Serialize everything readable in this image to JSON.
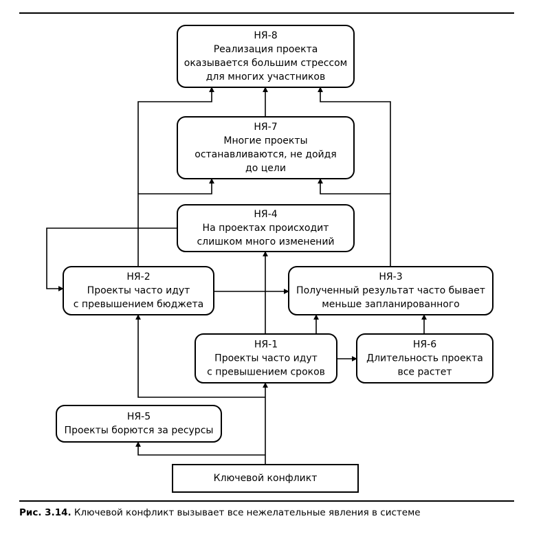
{
  "nodes": [
    {
      "id": "ny8",
      "lines": [
        "НЯ-8",
        "Реализация проекта",
        "оказывается большим стрессом",
        "для многих участников"
      ]
    },
    {
      "id": "ny7",
      "lines": [
        "НЯ-7",
        "Многие проекты",
        "останавливаются, не дойдя",
        "до цели"
      ]
    },
    {
      "id": "ny4",
      "lines": [
        "НЯ-4",
        "На проектах происходит",
        "слишком много изменений"
      ]
    },
    {
      "id": "ny2",
      "lines": [
        "НЯ-2",
        "Проекты часто идут",
        "с превышением бюджета"
      ]
    },
    {
      "id": "ny3",
      "lines": [
        "НЯ-3",
        "Полученный результат часто бывает",
        "меньше запланированного"
      ]
    },
    {
      "id": "ny1",
      "lines": [
        "НЯ-1",
        "Проекты часто идут",
        "с превышением сроков"
      ]
    },
    {
      "id": "ny6",
      "lines": [
        "НЯ-6",
        "Длительность проекта",
        "все растет"
      ]
    },
    {
      "id": "ny5",
      "lines": [
        "НЯ-5",
        "Проекты борются за ресурсы"
      ]
    },
    {
      "id": "core",
      "lines": [
        "Ключевой конфликт"
      ]
    }
  ],
  "caption": {
    "label": "Рис. 3.14.",
    "text": " Ключевой конфликт вызывает все нежелательные явления в системе"
  }
}
